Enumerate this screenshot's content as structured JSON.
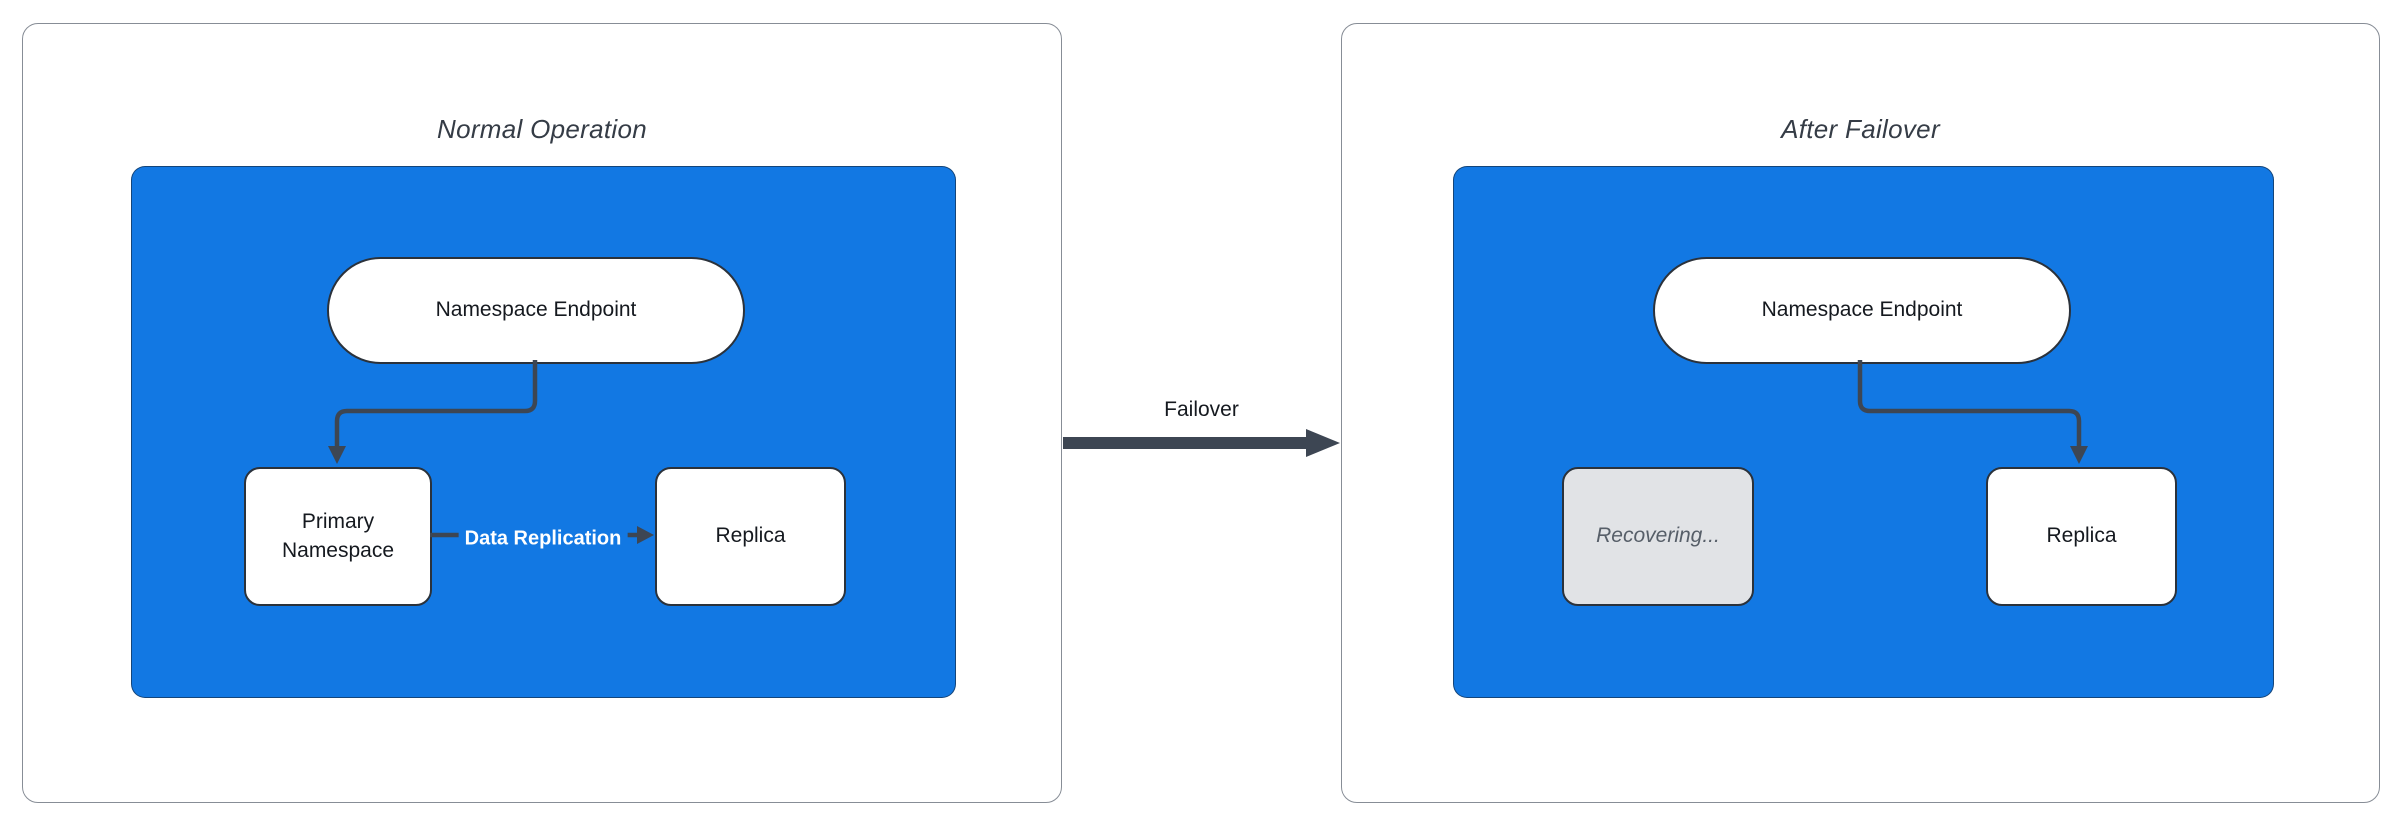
{
  "panels": [
    {
      "title": "Normal Operation",
      "nodes": {
        "endpoint": "Namespace Endpoint",
        "primary": "Primary Namespace",
        "replica": "Replica"
      },
      "edges": {
        "replication_label": "Data Replication"
      }
    },
    {
      "title": "After Failover",
      "nodes": {
        "endpoint": "Namespace Endpoint",
        "recovering": "Recovering...",
        "replica": "Replica"
      }
    }
  ],
  "transition": {
    "label": "Failover"
  },
  "colors": {
    "canvas_bg": "#ffffff",
    "panel_border": "#878d96",
    "cluster_fill": "#1278e3",
    "node_fill": "#ffffff",
    "node_border": "#2b323b",
    "node_text": "#15191f",
    "title_text": "#353c46",
    "connector": "#3d4653",
    "edge_label_text": "#ffffff",
    "recovering_fill": "#e1e3e6",
    "recovering_text": "#565e68"
  }
}
